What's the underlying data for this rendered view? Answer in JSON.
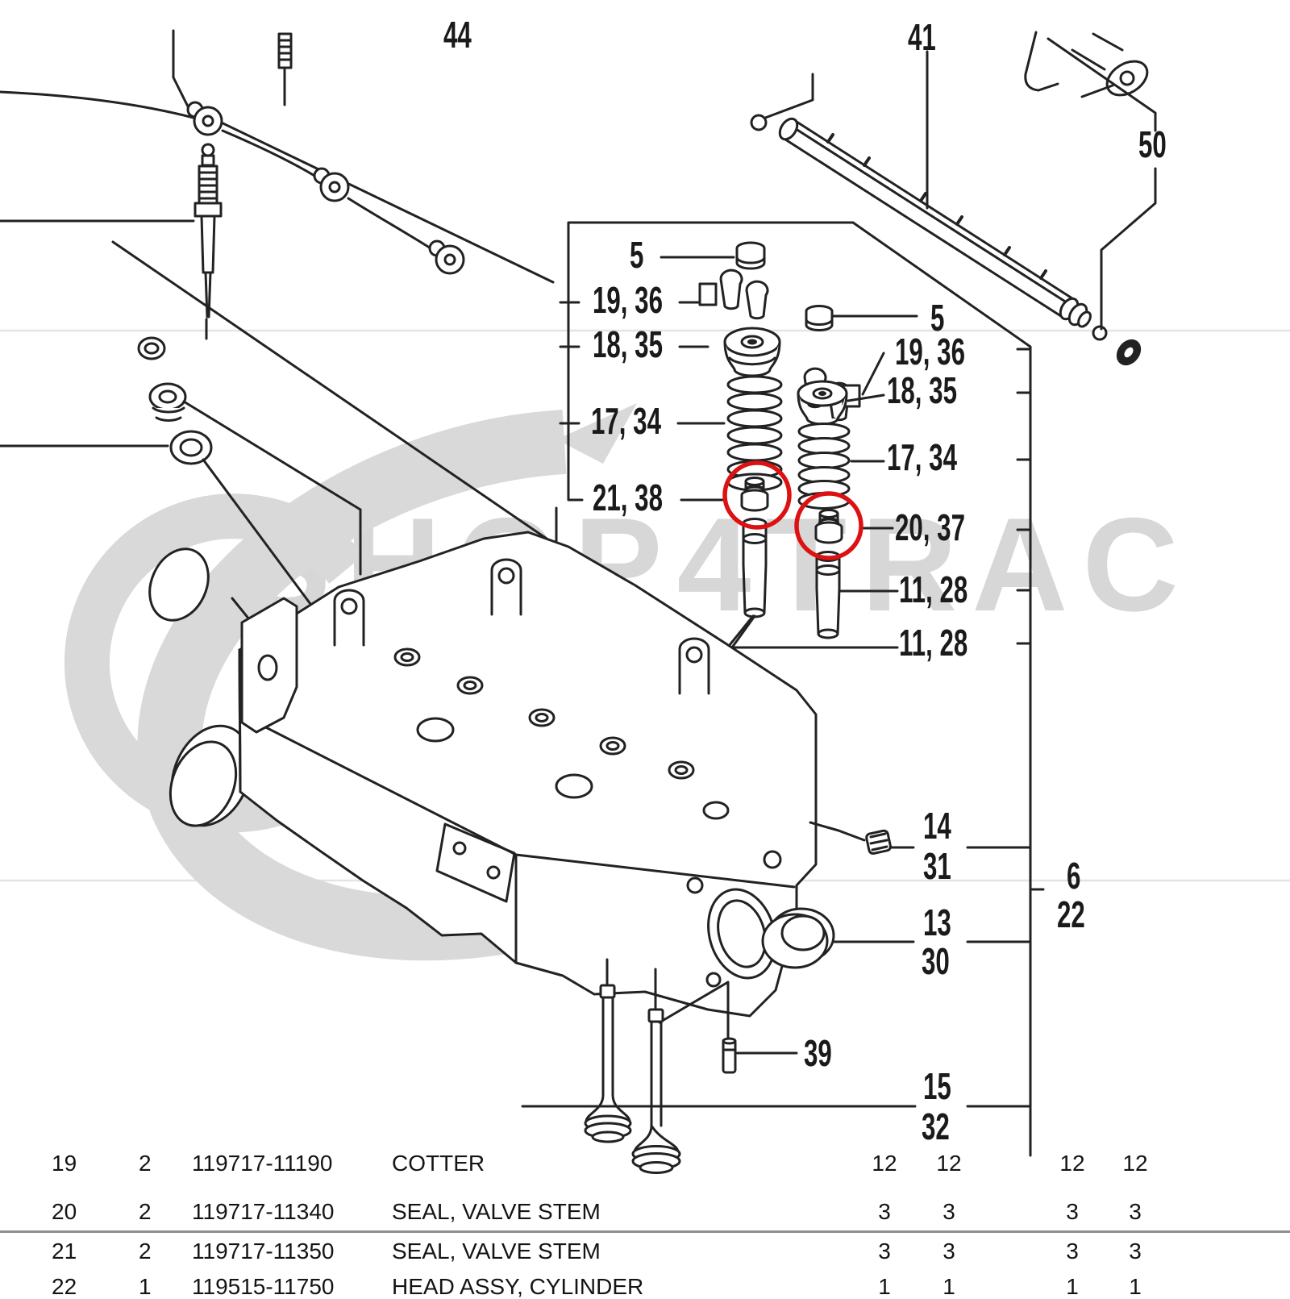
{
  "watermark": {
    "text": "SHOP4TRAC",
    "color": "#d7d7d7"
  },
  "diagram": {
    "line_color": "#222222",
    "accent_red": "#dd1111",
    "callouts": [
      {
        "id": "c5L",
        "text": "5"
      },
      {
        "id": "c1936L",
        "text": "19, 36"
      },
      {
        "id": "c1835L",
        "text": "18, 35"
      },
      {
        "id": "c1734L",
        "text": "17, 34"
      },
      {
        "id": "c2138L",
        "text": "21, 38"
      },
      {
        "id": "c5R",
        "text": "5"
      },
      {
        "id": "c1936R",
        "text": "19, 36"
      },
      {
        "id": "c1835R",
        "text": "18, 35"
      },
      {
        "id": "c1734R",
        "text": "17, 34"
      },
      {
        "id": "c2037",
        "text": "20, 37"
      },
      {
        "id": "c1128a",
        "text": "11, 28"
      },
      {
        "id": "c1128b",
        "text": "11, 28"
      },
      {
        "id": "c14",
        "text": "14"
      },
      {
        "id": "c31",
        "text": "31"
      },
      {
        "id": "c6",
        "text": "6"
      },
      {
        "id": "c22",
        "text": "22"
      },
      {
        "id": "c13",
        "text": "13"
      },
      {
        "id": "c30",
        "text": "30"
      },
      {
        "id": "c39",
        "text": "39"
      },
      {
        "id": "c15",
        "text": "15"
      },
      {
        "id": "c32",
        "text": "32"
      },
      {
        "id": "c50",
        "text": "50"
      },
      {
        "id": "c44partial",
        "text": "44"
      },
      {
        "id": "c41partial",
        "text": "41"
      }
    ]
  },
  "table": {
    "rows": [
      {
        "item": "19",
        "qty": "2",
        "part": "119717-11190",
        "desc": "COTTER",
        "q": [
          "12",
          "12",
          "12",
          "12"
        ]
      },
      {
        "item": "20",
        "qty": "2",
        "part": "119717-11340",
        "desc": "SEAL, VALVE STEM",
        "q": [
          "3",
          "3",
          "3",
          "3"
        ]
      },
      {
        "item": "21",
        "qty": "2",
        "part": "119717-11350",
        "desc": "SEAL, VALVE STEM",
        "q": [
          "3",
          "3",
          "3",
          "3"
        ]
      },
      {
        "item": "22",
        "qty": "1",
        "part": "119515-11750",
        "desc": "HEAD ASSY, CYLINDER",
        "q": [
          "1",
          "1",
          "1",
          "1"
        ]
      }
    ]
  }
}
